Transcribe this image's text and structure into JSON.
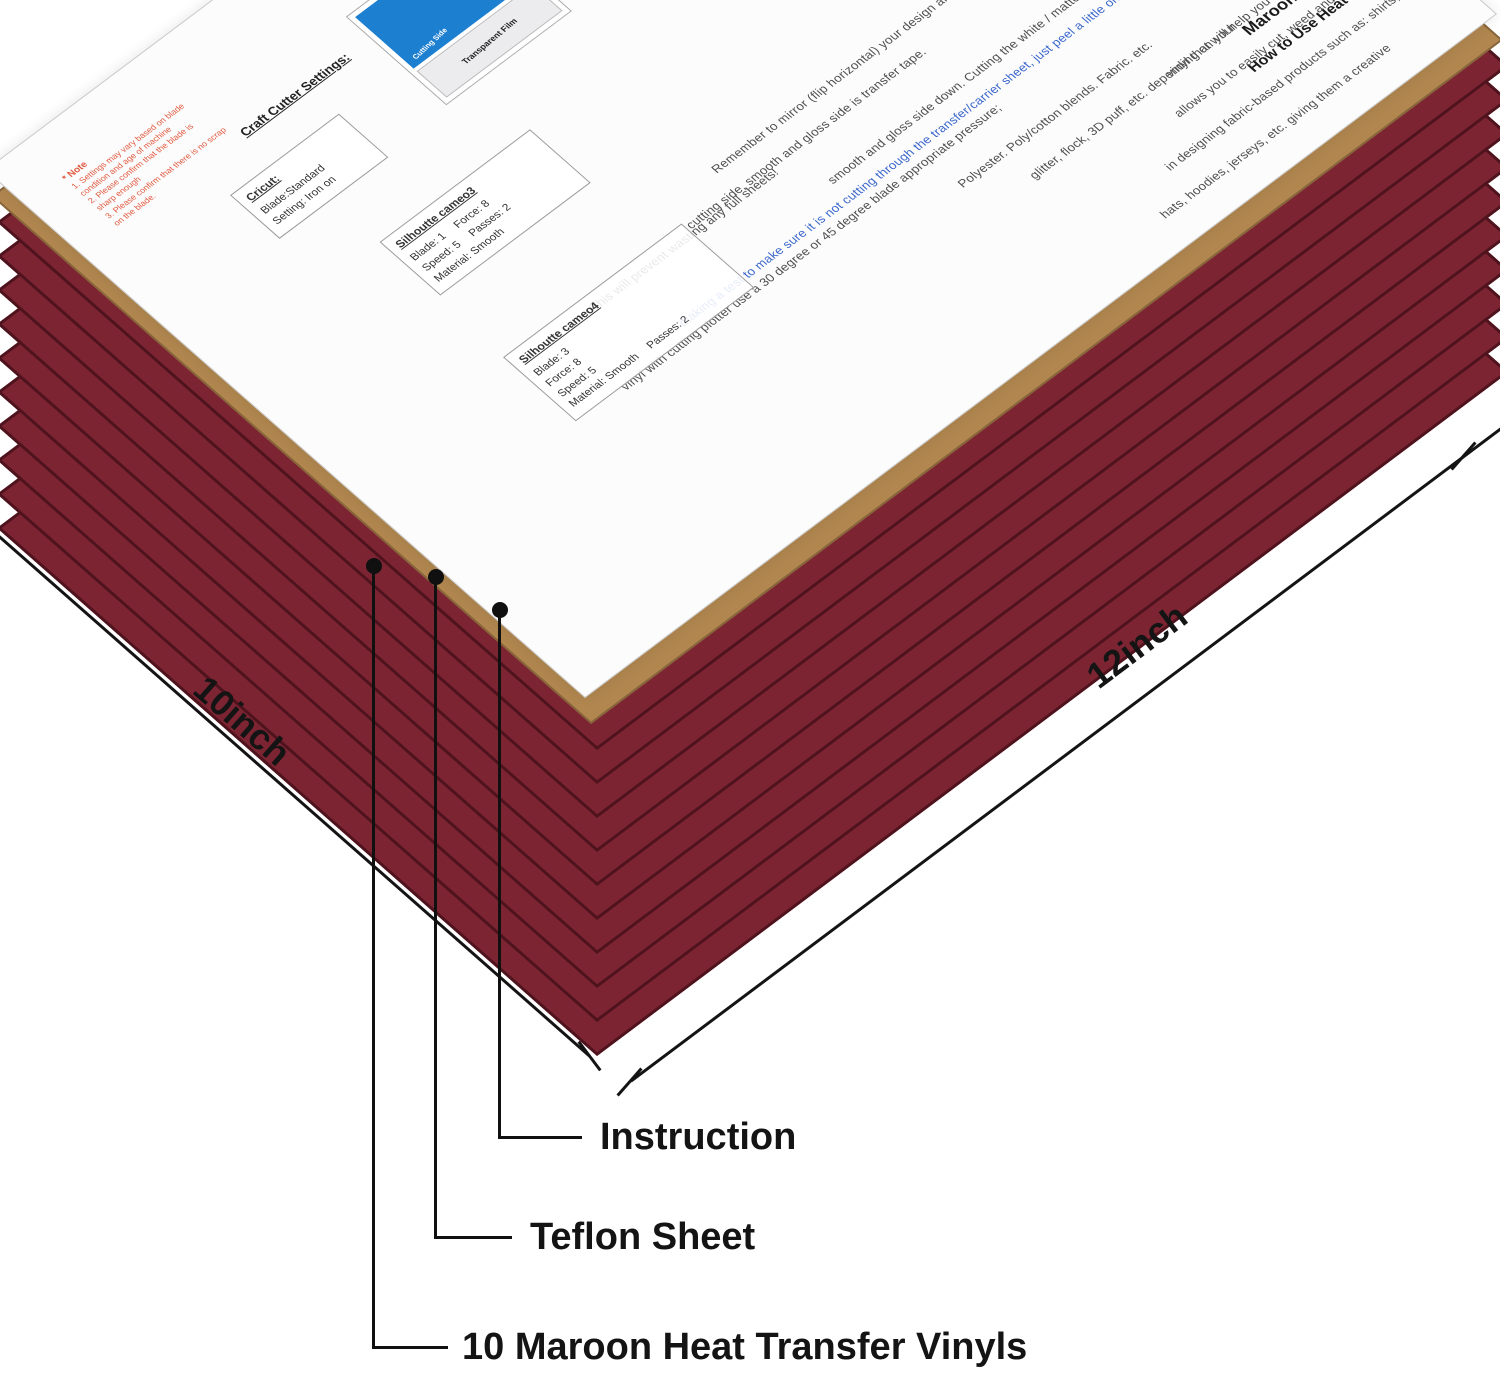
{
  "dims": {
    "depth": "10inch",
    "width": "12inch"
  },
  "callouts": {
    "instruction": "Instruction",
    "teflon": "Teflon Sheet",
    "vinyls": "10 Maroon Heat Transfer Vinyls"
  },
  "sheet": {
    "title1": "Maroon Heat Transfer Vinyl",
    "title2": "How to Use Heat Transfer Vinyl?",
    "fragments": [
      "vinyl that will help you successfully",
      "allows you to easily cut, weed and place",
      "in designing fabric-based products such as: shirts,",
      "hats, hoodies, jerseys, etc. giving them a creative",
      "glitter, flock, 3D puff, etc. depending on your",
      "Polyester. Poly/cotton blends. Fabric. etc.",
      "smooth and gloss side down. Cutting the white / matte side.",
      "Remember to mirror (flip horizontal) your design after you are done.",
      "cutting side, smooth and gloss side is transfer tape.",
      "making a test to make sure it is not cutting through the transfer/carrier sheet, just peel a little on",
      "This will prevent wasting any full sheets!",
      "vinyl with cutting plotter use a 30 degree or 45 degree blade appropriate pressure;"
    ],
    "settings_header": "Craft Cutter Settings:",
    "cricut": {
      "name": "Cricut:",
      "line1": "Blade:Standard",
      "line2": "Setting: Iron on"
    },
    "cameo3": {
      "name": "Silhoutte cameo3",
      "r1c1": "Blade: 1",
      "r1c2": "Force: 8",
      "r2c1": "Speed: 5",
      "r2c2": "Passes: 2",
      "r3": "Material: Smooth"
    },
    "cameo4": {
      "name": "Silhoutte cameo4",
      "l1": "Blade: 3",
      "l2": "Force: 8",
      "l3": "Speed: 5",
      "l4": "Material: Smooth",
      "l5": "Passes: 2"
    },
    "note": {
      "head": "* Note",
      "n1": "1. Settings may vary based on blade condition and age of machine",
      "n2": "2. Please confirm that the blade is sharp enough",
      "n3": "3. Please confirm that there is no scrap on the blade."
    },
    "picture": {
      "label_top": "Cutting Side",
      "label_bottom": "Transparent Film"
    }
  },
  "colors": {
    "maroon": "#7d2433",
    "maroon_dark": "#4e131d",
    "tan": "#b1874f",
    "tan_dark": "#87653a",
    "blue_text": "#3a66cc",
    "note_red": "#e05a40"
  }
}
